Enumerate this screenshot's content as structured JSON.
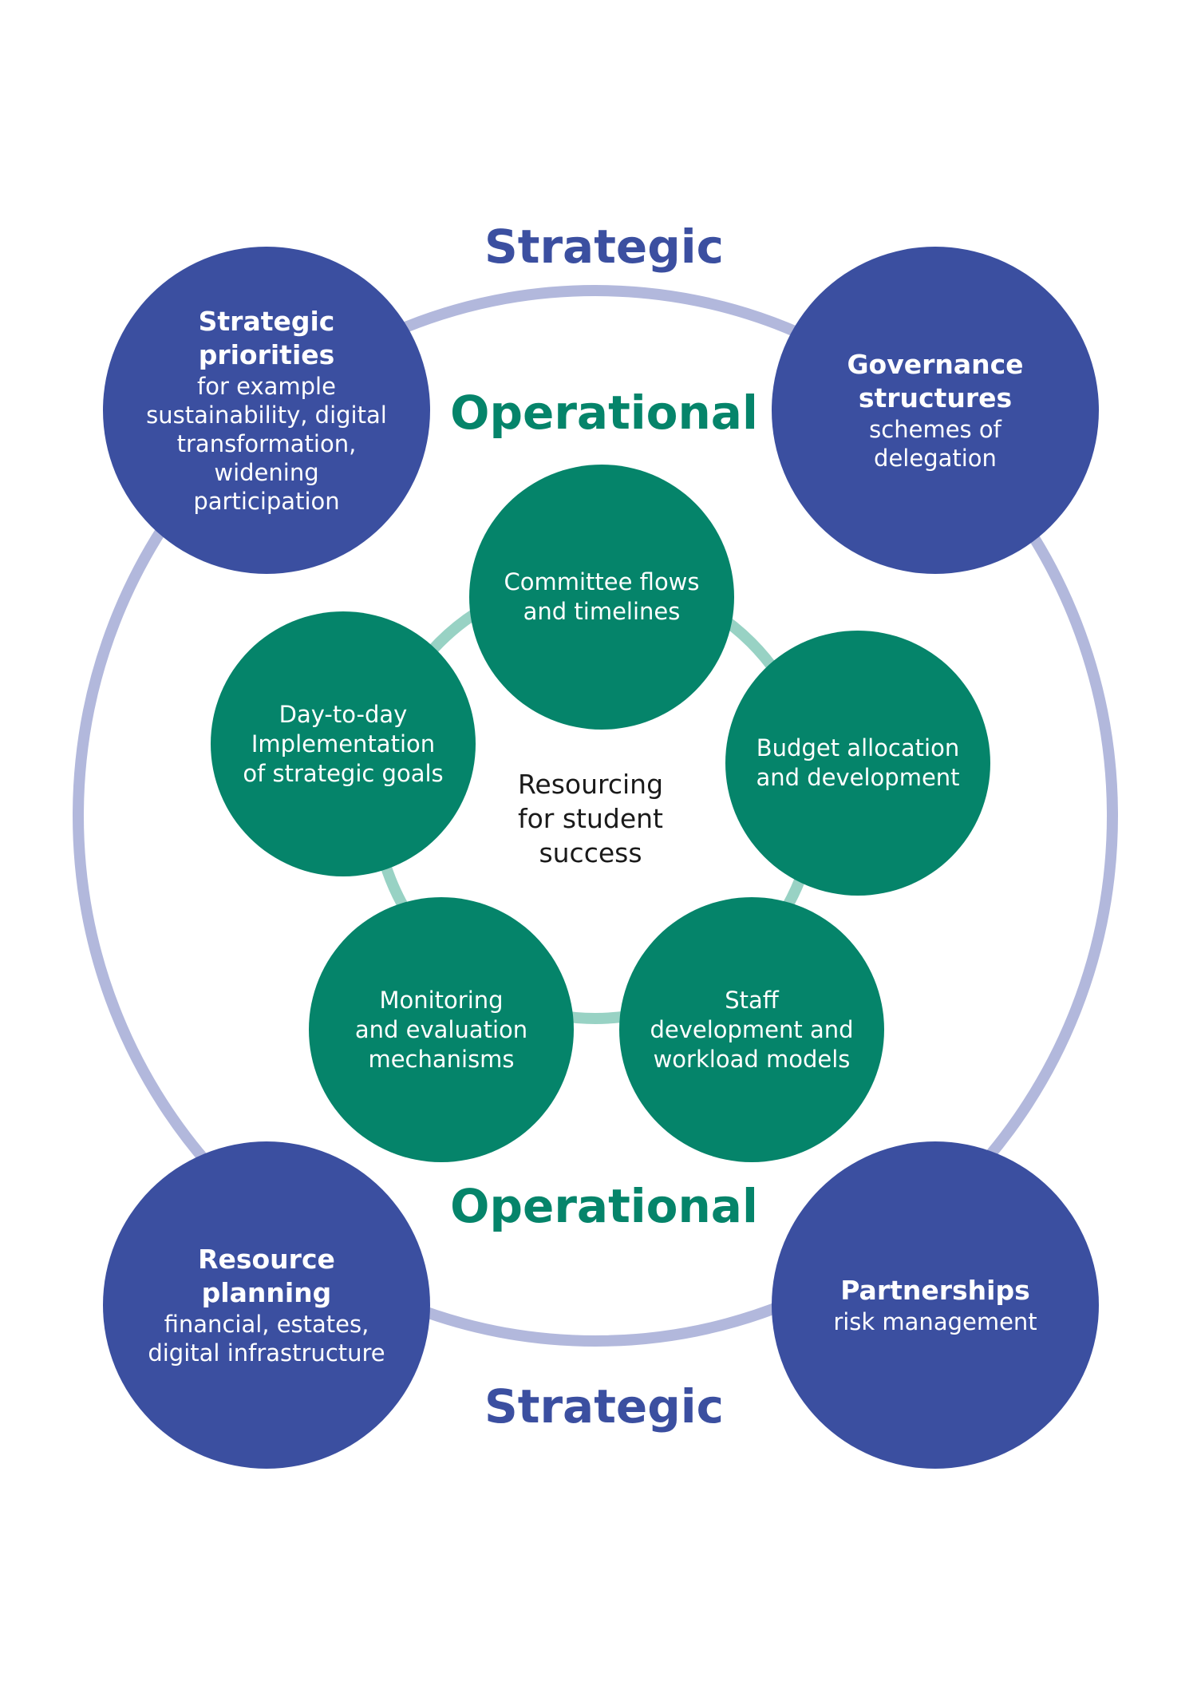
{
  "labels": {
    "strategic_top": "Strategic",
    "operational_top": "Operational",
    "operational_bottom": "Operational",
    "strategic_bottom": "Strategic"
  },
  "center": {
    "text": "Resourcing\nfor student\nsuccess"
  },
  "outer_items": [
    {
      "heading": "Strategic\npriorities",
      "sub": "for example\nsustainability, digital\ntransformation,\nwidening\nparticipation"
    },
    {
      "heading": "Governance\nstructures",
      "sub": "schemes of\ndelegation"
    },
    {
      "heading": "Resource\nplanning",
      "sub": "financial, estates,\ndigital infrastructure"
    },
    {
      "heading": "Partnerships",
      "sub": "risk management"
    }
  ],
  "inner_items": [
    {
      "text": "Committee flows\nand timelines"
    },
    {
      "text": "Budget allocation\nand development"
    },
    {
      "text": "Staff\ndevelopment and\nworkload models"
    },
    {
      "text": "Monitoring\nand evaluation\nmechanisms"
    },
    {
      "text": "Day-to-day\nImplementation\nof strategic goals"
    }
  ],
  "colors": {
    "strategic_blue": "#3b4fa0",
    "outer_ring": "#b2b8dc",
    "operational_green": "#05846a",
    "inner_ring": "#98d2c4",
    "center_text": "#1a1a1a"
  }
}
